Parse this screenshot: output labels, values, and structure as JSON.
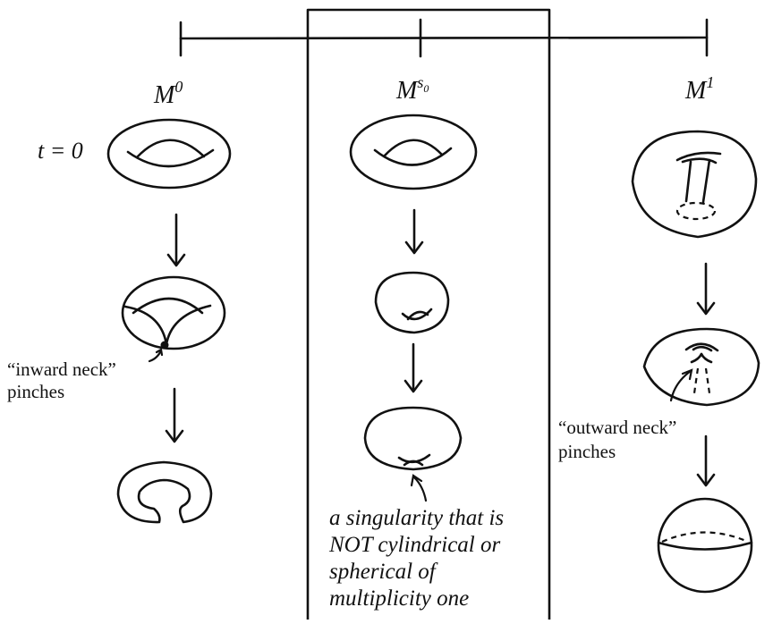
{
  "timeline": {
    "label_m0": "M",
    "label_m0_sup": "0",
    "label_ms0": "M",
    "label_ms0_sup": "s",
    "label_ms0_sub": "0",
    "label_m1": "M",
    "label_m1_sup": "1"
  },
  "left_column": {
    "time_label": "t = 0",
    "inward_neck_line1": "“inward neck”",
    "inward_neck_line2": "pinches"
  },
  "right_column": {
    "outward_neck_line1": "“outward neck”",
    "outward_neck_line2": "pinches"
  },
  "center_column": {
    "caption_lines": [
      "a singularity that is",
      "NOT cylindrical or",
      "spherical of",
      "multiplicity one"
    ]
  }
}
